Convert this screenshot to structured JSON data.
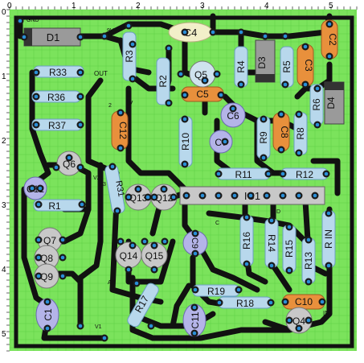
{
  "ruler": {
    "col_labels": [
      "0",
      "1",
      "2",
      "3",
      "4",
      "5"
    ],
    "row_labels": [
      "0",
      "1",
      "2",
      "3",
      "4",
      "5"
    ]
  },
  "colors": {
    "board": "#7be35c",
    "trace": "#111111",
    "pad_ring": "#1a1a1a",
    "pad_hole": "#2a8fd8",
    "resistor": "#b8d8ec",
    "film_cap": "#f2efc9",
    "tant_cap": "#e8903c",
    "electrolytic": "#b4b4e8",
    "diode": "#9a9a9a",
    "chip": "#c8c8c8",
    "ruler": "#ffffff"
  },
  "text_labels": {
    "gnd": "GND",
    "nine_volt": "9V",
    "out": "OUT",
    "in": "IN",
    "pin2": "2",
    "v_label": "V",
    "v2": "V2",
    "pin3": "3",
    "v1": "V1",
    "c_label": "C",
    "d_label": "D",
    "a_label": "A",
    "pin1": "1"
  },
  "components": [
    {
      "ref": "D1",
      "kind": "diode"
    },
    {
      "ref": "R33",
      "kind": "resistor"
    },
    {
      "ref": "R36",
      "kind": "resistor"
    },
    {
      "ref": "R37",
      "kind": "resistor"
    },
    {
      "ref": "R3",
      "kind": "resistor"
    },
    {
      "ref": "C4",
      "kind": "film-cap"
    },
    {
      "ref": "R2",
      "kind": "resistor"
    },
    {
      "ref": "Q5",
      "kind": "transistor"
    },
    {
      "ref": "R4",
      "kind": "resistor"
    },
    {
      "ref": "D3",
      "kind": "diode"
    },
    {
      "ref": "R5",
      "kind": "resistor"
    },
    {
      "ref": "C3",
      "kind": "tant-cap"
    },
    {
      "ref": "C2",
      "kind": "tant-cap"
    },
    {
      "ref": "D4",
      "kind": "diode"
    },
    {
      "ref": "R6",
      "kind": "resistor"
    },
    {
      "ref": "C5",
      "kind": "tant-cap"
    },
    {
      "ref": "C6",
      "kind": "electrolytic"
    },
    {
      "ref": "C12",
      "kind": "tant-cap"
    },
    {
      "ref": "R10",
      "kind": "resistor"
    },
    {
      "ref": "C7",
      "kind": "electrolytic"
    },
    {
      "ref": "R9",
      "kind": "resistor"
    },
    {
      "ref": "C8",
      "kind": "tant-cap"
    },
    {
      "ref": "R8",
      "kind": "resistor"
    },
    {
      "ref": "Q6",
      "kind": "transistor"
    },
    {
      "ref": "R11",
      "kind": "resistor"
    },
    {
      "ref": "R12",
      "kind": "resistor"
    },
    {
      "ref": "C12",
      "kind": "electrolytic"
    },
    {
      "ref": "R31",
      "kind": "resistor"
    },
    {
      "ref": "Q13",
      "kind": "transistor"
    },
    {
      "ref": "Q12",
      "kind": "transistor"
    },
    {
      "ref": "IC1",
      "kind": "chip"
    },
    {
      "ref": "R1",
      "kind": "resistor"
    },
    {
      "ref": "Q7",
      "kind": "transistor"
    },
    {
      "ref": "Q8",
      "kind": "transistor"
    },
    {
      "ref": "Q9",
      "kind": "transistor"
    },
    {
      "ref": "Q14",
      "kind": "transistor"
    },
    {
      "ref": "Q15",
      "kind": "transistor"
    },
    {
      "ref": "C9",
      "kind": "electrolytic"
    },
    {
      "ref": "R16",
      "kind": "resistor"
    },
    {
      "ref": "R14",
      "kind": "resistor"
    },
    {
      "ref": "R15",
      "kind": "resistor"
    },
    {
      "ref": "R13",
      "kind": "resistor"
    },
    {
      "ref": "R IN",
      "kind": "resistor"
    },
    {
      "ref": "R17",
      "kind": "resistor"
    },
    {
      "ref": "R19",
      "kind": "resistor"
    },
    {
      "ref": "R18",
      "kind": "resistor"
    },
    {
      "ref": "C10",
      "kind": "tant-cap"
    },
    {
      "ref": "C1",
      "kind": "electrolytic"
    },
    {
      "ref": "C11",
      "kind": "electrolytic"
    },
    {
      "ref": "Q4",
      "kind": "transistor"
    }
  ]
}
